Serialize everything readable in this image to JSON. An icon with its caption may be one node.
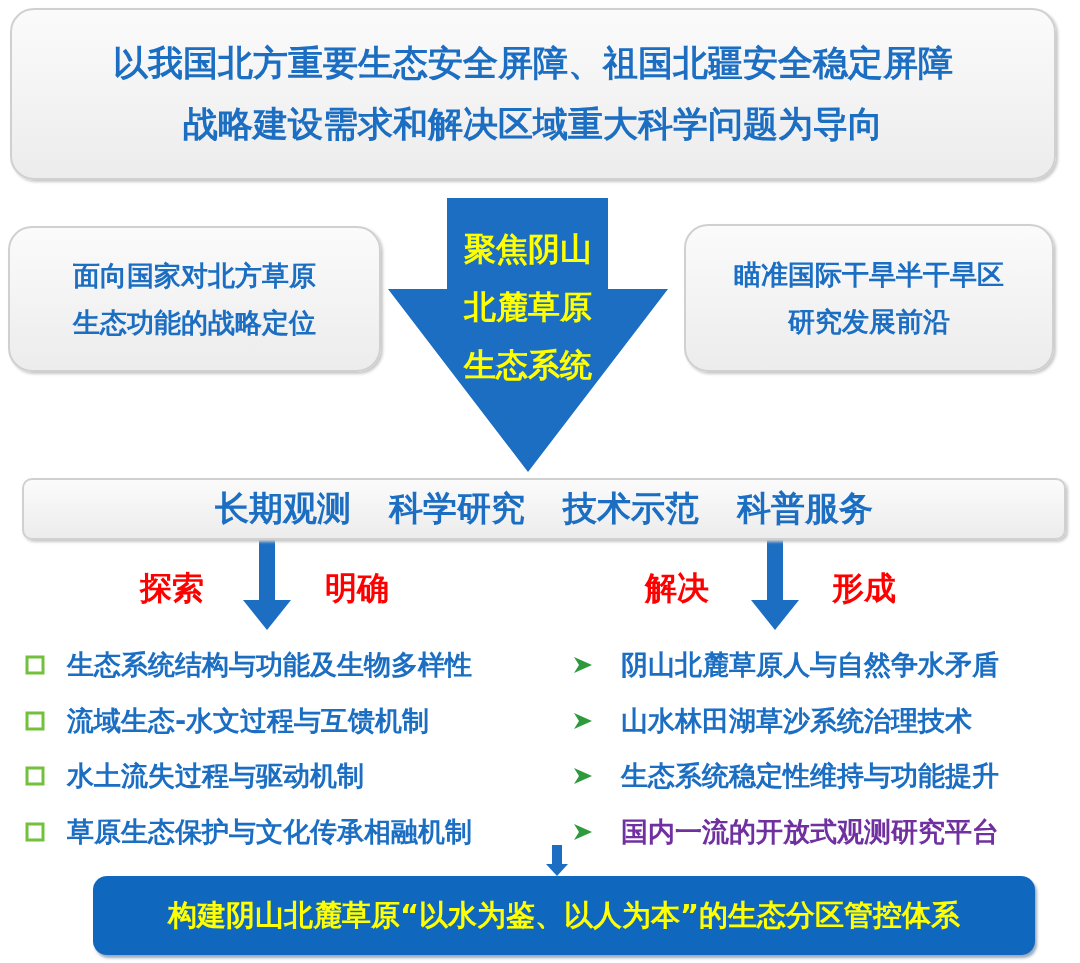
{
  "diagram": {
    "nodes": [
      {
        "text": [
          "以我国北方重要生态安全屏障、祖国北疆安全稳定屏障战略建设需求和解决区域重大科学问题为导向"
        ]
      },
      {
        "text": [
          "面向国家对北方草原生态功能的战略定位"
        ]
      },
      {
        "text": [
          "聚焦阴山北麓草原生态系统"
        ]
      },
      {
        "text": [
          "瞄准国际干旱半干旱区研究发展前沿"
        ]
      },
      {
        "text": [
          "长期观测",
          "科学研究",
          "技术示范",
          "科普服务"
        ]
      },
      {
        "text": [
          "生态系统结构与功能及生物多样性",
          "流域生态-水文过程与互馈机制",
          "水土流失过程与驱动机制",
          "草原生态保护与文化传承相融机制"
        ]
      },
      {
        "text": [
          "阴山北麓草原人与自然争水矛盾",
          "山水林田湖草沙系统治理技术",
          "生态系统稳定性维持与功能提升",
          "国内一流的开放式观测研究平台"
        ]
      },
      {
        "text": [
          "构建阴山北麓草原“以水为鉴、以人为本”的生态分区管控体系"
        ]
      }
    ],
    "edges": [
      {
        "from": 4,
        "to": 5,
        "arrow": "to"
      },
      {
        "from": 4,
        "to": 6,
        "arrow": "to"
      },
      {
        "from": null,
        "to": 7,
        "arrow": "to"
      }
    ],
    "labels": [
      "探索",
      "明确",
      "解决",
      "形成"
    ]
  }
}
